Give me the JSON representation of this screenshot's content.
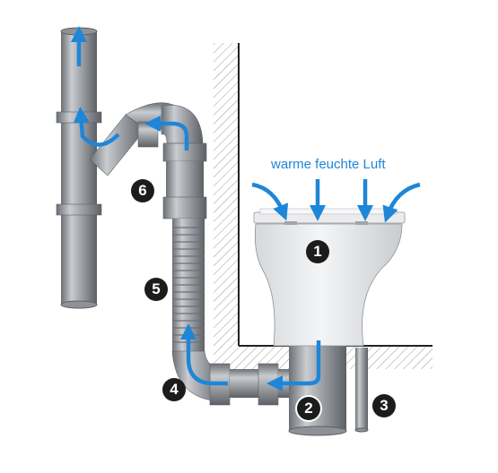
{
  "caption": "warme feuchte Luft",
  "markers": {
    "m1": "1",
    "m2": "2",
    "m3": "3",
    "m4": "4",
    "m5": "5",
    "m6": "6"
  },
  "colors": {
    "airflow_arrow": "#1e86d8",
    "pipe": "#9a9ea3",
    "pipe_dark": "#6f7378",
    "seat": "#e4e5e7",
    "wall_hatch": "#9a9a9a",
    "marker_fill": "#1c1c1c"
  },
  "icons": {
    "arrow": "airflow-arrow-icon"
  }
}
